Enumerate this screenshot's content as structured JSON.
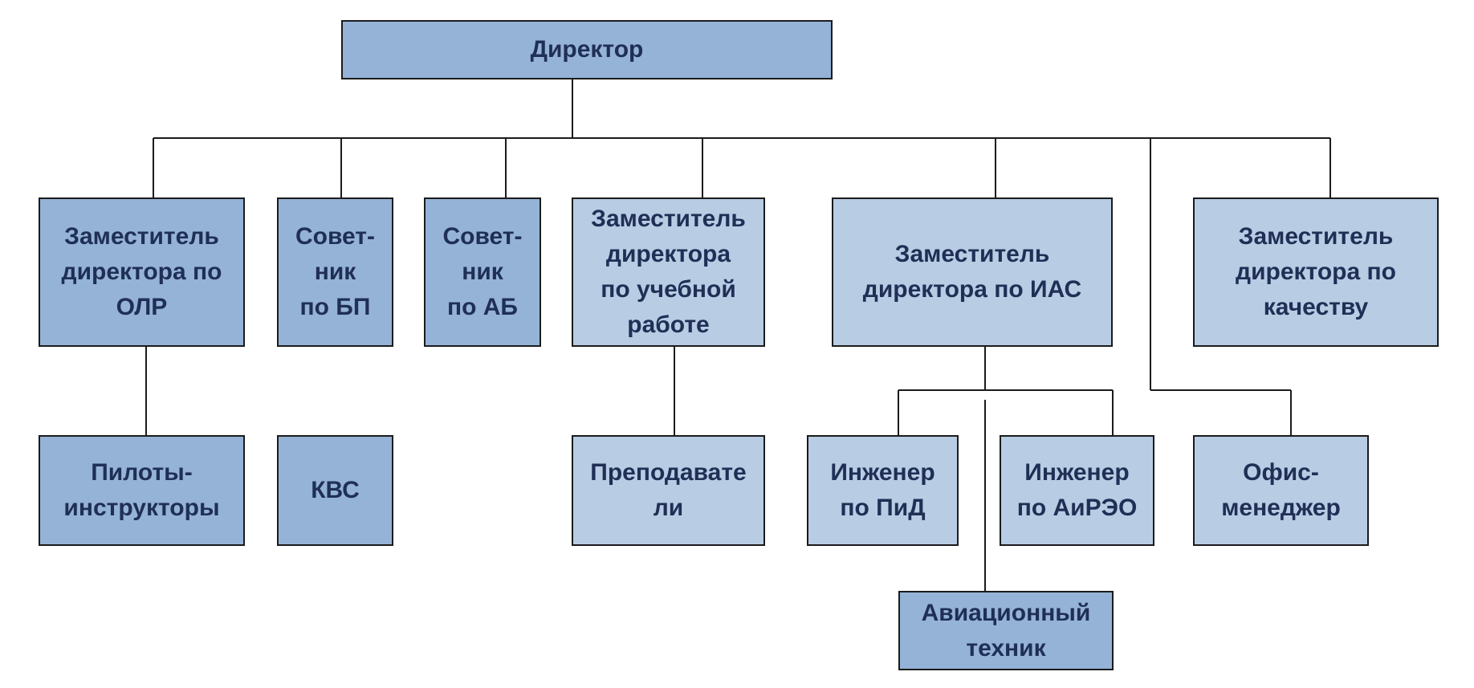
{
  "colors": {
    "box_dark": "#95b3d7",
    "box_light": "#b8cce4",
    "text": "#1f2f55",
    "line": "#1b1b1b"
  },
  "nodes": {
    "director": [
      "Директор"
    ],
    "deputy_olr": [
      "Заместитель",
      "директора по",
      "ОЛР"
    ],
    "advisor_bp": [
      "Совет-",
      "ник",
      "по БП"
    ],
    "advisor_ab": [
      "Совет-",
      "ник",
      "по АБ"
    ],
    "deputy_training": [
      "Заместитель",
      "директора",
      "по учебной",
      "работе"
    ],
    "deputy_ias": [
      "Заместитель",
      "директора по ИАС"
    ],
    "deputy_quality": [
      "Заместитель",
      "директора по",
      "качеству"
    ],
    "instructor_pilots": [
      "Пилоты-",
      "инструкторы"
    ],
    "kvs": [
      "КВС"
    ],
    "teachers": [
      "Преподавате",
      "ли"
    ],
    "engineer_pid": [
      "Инженер",
      "по ПиД"
    ],
    "engineer_aireo": [
      "Инженер",
      "по АиРЭО"
    ],
    "office_manager": [
      "Офис-",
      "менеджер"
    ],
    "aviation_technician": [
      "Авиационный",
      "техник"
    ]
  }
}
